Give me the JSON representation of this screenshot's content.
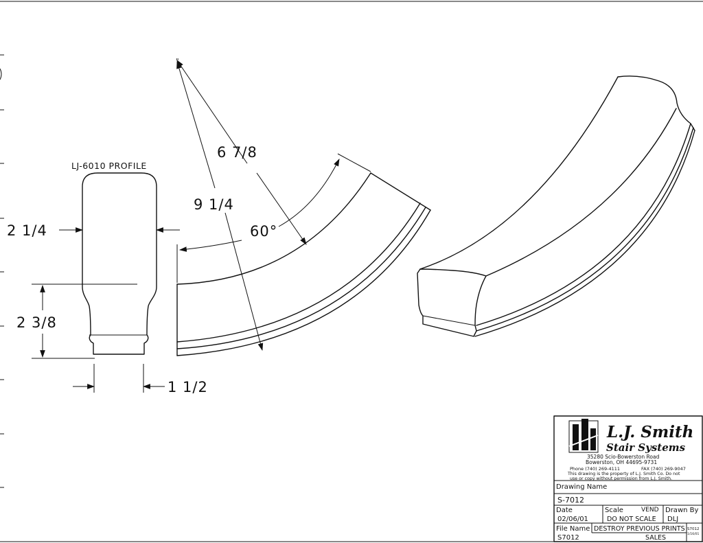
{
  "profile": {
    "title": "LJ-6010 PROFILE",
    "width_top": "2 1/4",
    "height": "2 3/8",
    "width_bottom": "1 1/2"
  },
  "arc_dims": {
    "outer_length": "6 7/8",
    "inner_length": "9 1/4",
    "angle": "60°"
  },
  "title_block": {
    "company_name": "L.J. Smith",
    "company_sub": "Stair Systems",
    "address_1": "35280 Scio-Bowerston Road",
    "address_2": "Bowerston, OH 44695-9731",
    "phone": "Phone (740) 269-4111",
    "fax": "FAX (740) 269-9047",
    "notice_1": "This drawing is the property of L.J. Smith Co. Do not",
    "notice_2": "use or copy without permission from L.J. Smith.",
    "drawing_name_label": "Drawing Name",
    "drawing_name": "S-7012",
    "date_label": "Date",
    "date": "02/06/01",
    "scale_label": "Scale",
    "scale_vend": "VEND",
    "scale": "DO NOT SCALE",
    "drawn_by_label": "Drawn By",
    "drawn_by": "DLJ",
    "file_name_label": "File Name",
    "file_name": "S7012",
    "note": "DESTROY PREVIOUS PRINTS",
    "dept": "SALES",
    "small_code": "S7012",
    "small_date": "1/16/01"
  }
}
